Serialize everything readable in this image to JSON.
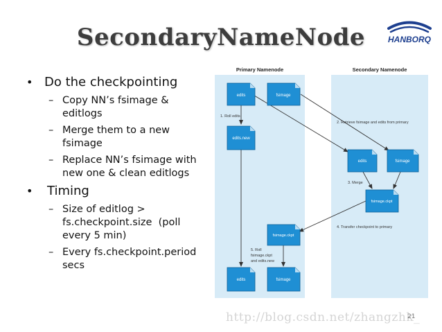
{
  "slide": {
    "title": "SecondaryNameNode",
    "logo_text": "HANBORQ",
    "page_number": "21",
    "watermark": "http://blog.csdn.net/zhangzhk_"
  },
  "bullets": [
    {
      "text": "Do the checkpointing",
      "children": [
        [
          "Copy NN’s fsimage &",
          "editlogs"
        ],
        [
          "Merge them to a new",
          "fsimage"
        ],
        [
          "Replace NN’s fsimage with",
          "new one & clean editlogs"
        ]
      ]
    },
    {
      "text": "Timing",
      "children": [
        [
          "Size of editlog >",
          "fs.checkpoint.size  (poll",
          "every 5 min)"
        ],
        [
          "Every fs.checkpoint.period",
          "secs"
        ]
      ]
    }
  ],
  "diagram": {
    "primary_label": "Primary Namenode",
    "secondary_label": "Secondary Namenode",
    "files": {
      "p_edits": "edits",
      "p_fsimage": "fsimage",
      "p_edits_new": "edits.new",
      "s_edits": "edits",
      "s_fsimage": "fsimage",
      "s_fsimage_ckpt": "fsimage.ckpt",
      "p_fsimage_ckpt": "fsimage.ckpt",
      "p_edits_final": "edits",
      "p_fsimage_final": "fsimage"
    },
    "steps": {
      "roll_edits": "1. Roll edits",
      "retrieve": "2. Retrieve fsimage and edits from primary",
      "merge": "3. Merge",
      "transfer": "4. Transfer checkpoint to primary",
      "roll_lines": [
        "5. Roll",
        "fsimage.ckpt",
        "and edits.new"
      ]
    },
    "colors": {
      "lane": "#d7ebf7",
      "file_fill": "#1f8fd4",
      "file_stroke": "#0d5f95",
      "file_fold": "#b9dcf2",
      "arrow": "#333333",
      "lane_label": "#222222"
    }
  }
}
